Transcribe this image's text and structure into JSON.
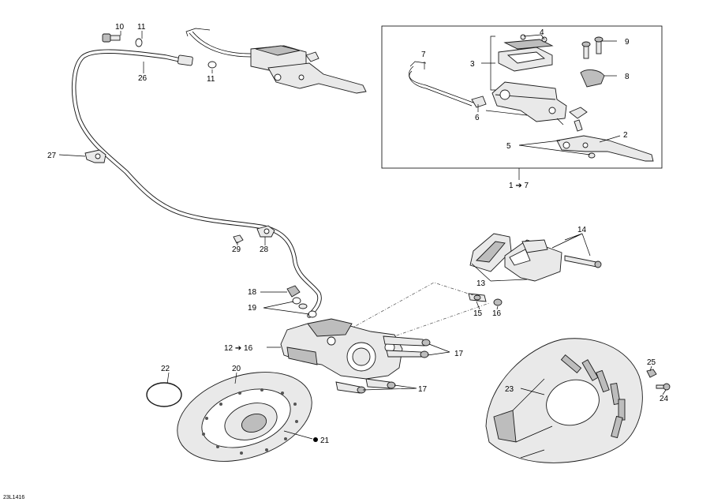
{
  "diagram_code": "23L1416",
  "detail_box_range": "1 ➔ 7",
  "caliper_range": "12 ➔ 16",
  "labels": {
    "l1": "1",
    "l2": "2",
    "l3": "3",
    "l4": "4",
    "l5": "5",
    "l6": "6",
    "l7": "7",
    "l8": "8",
    "l9": "9",
    "l10": "10",
    "l11a": "11",
    "l11b": "11",
    "l13": "13",
    "l14": "14",
    "l15": "15",
    "l16": "16",
    "l17a": "17",
    "l17b": "17",
    "l18": "18",
    "l19": "19",
    "l20": "20",
    "l21": "21",
    "l22": "22",
    "l23": "23",
    "l24": "24",
    "l25": "25",
    "l26": "26",
    "l27": "27",
    "l28": "28",
    "l29": "29"
  }
}
